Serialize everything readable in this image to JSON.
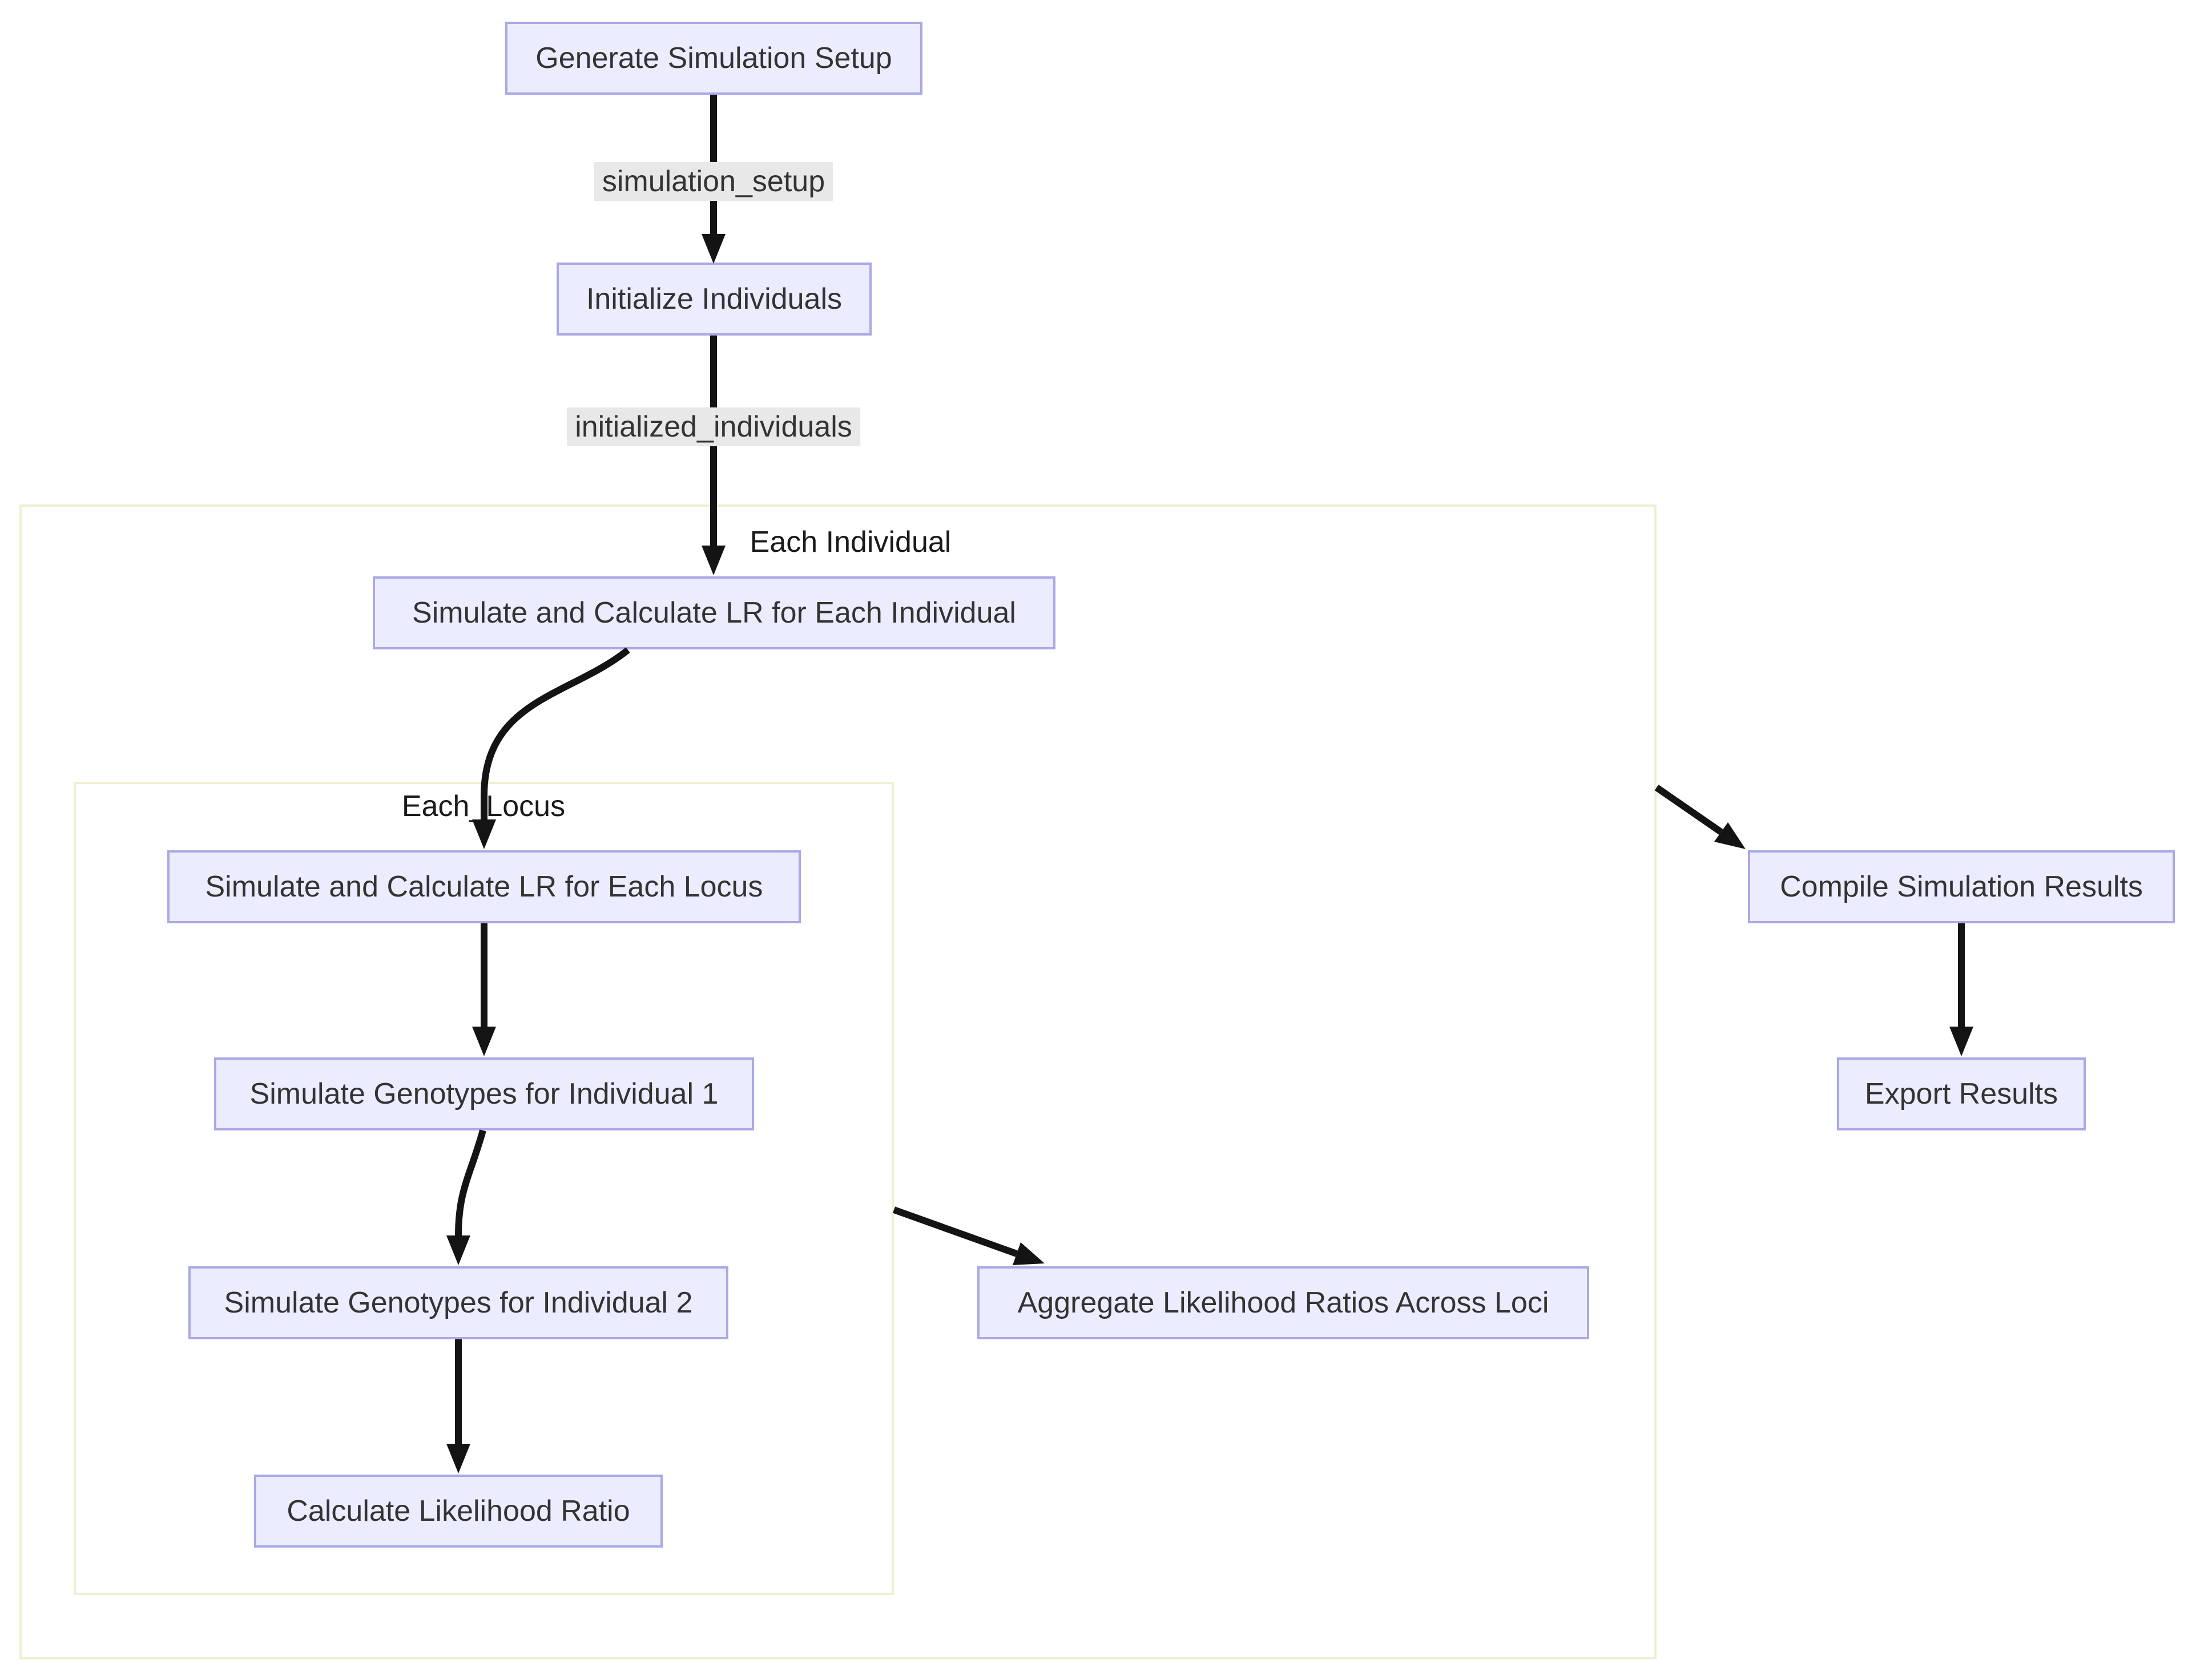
{
  "title": "Simulation LR Flowchart",
  "colors": {
    "background": "#ffffff",
    "node_fill": "#ECECFF",
    "node_border": "#a9a9e6",
    "cluster_border": "#efefd2",
    "edge": "#141414",
    "edge_label_bg": "#e8e8e8",
    "text": "#333333"
  },
  "nodes": [
    {
      "id": "generate-simulation-setup",
      "label": "Generate Simulation Setup"
    },
    {
      "id": "initialize-individuals",
      "label": "Initialize Individuals"
    },
    {
      "id": "simulate-calc-lr-individual",
      "label": "Simulate and Calculate LR for Each Individual"
    },
    {
      "id": "simulate-calc-lr-locus",
      "label": "Simulate and Calculate LR for Each Locus"
    },
    {
      "id": "simulate-genotypes-1",
      "label": "Simulate Genotypes for Individual 1"
    },
    {
      "id": "simulate-genotypes-2",
      "label": "Simulate Genotypes for Individual 2"
    },
    {
      "id": "calculate-likelihood-ratio",
      "label": "Calculate Likelihood Ratio"
    },
    {
      "id": "aggregate-lr-across-loci",
      "label": "Aggregate Likelihood Ratios Across Loci"
    },
    {
      "id": "compile-simulation-results",
      "label": "Compile Simulation Results"
    },
    {
      "id": "export-results",
      "label": "Export Results"
    }
  ],
  "clusters": {
    "each_individual": {
      "label": "Each Individual"
    },
    "each_locus": {
      "label": "Each_Locus"
    }
  },
  "edge_labels": {
    "simulation_setup": {
      "label": "simulation_setup"
    },
    "initialized_individuals": {
      "label": "initialized_individuals"
    }
  },
  "edges": [
    {
      "from": "Generate Simulation Setup",
      "to": "Initialize Individuals",
      "label": "simulation_setup"
    },
    {
      "from": "Initialize Individuals",
      "to": "Simulate and Calculate LR for Each Individual",
      "label": "initialized_individuals"
    },
    {
      "from": "Simulate and Calculate LR for Each Individual",
      "to": "Simulate and Calculate LR for Each Locus",
      "label": ""
    },
    {
      "from": "Simulate and Calculate LR for Each Locus",
      "to": "Simulate Genotypes for Individual 1",
      "label": ""
    },
    {
      "from": "Simulate Genotypes for Individual 1",
      "to": "Simulate Genotypes for Individual 2",
      "label": ""
    },
    {
      "from": "Simulate Genotypes for Individual 2",
      "to": "Calculate Likelihood Ratio",
      "label": ""
    },
    {
      "from": "Each_Locus subgraph",
      "to": "Aggregate Likelihood Ratios Across Loci",
      "label": ""
    },
    {
      "from": "Each Individual subgraph",
      "to": "Compile Simulation Results",
      "label": ""
    },
    {
      "from": "Compile Simulation Results",
      "to": "Export Results",
      "label": ""
    }
  ]
}
